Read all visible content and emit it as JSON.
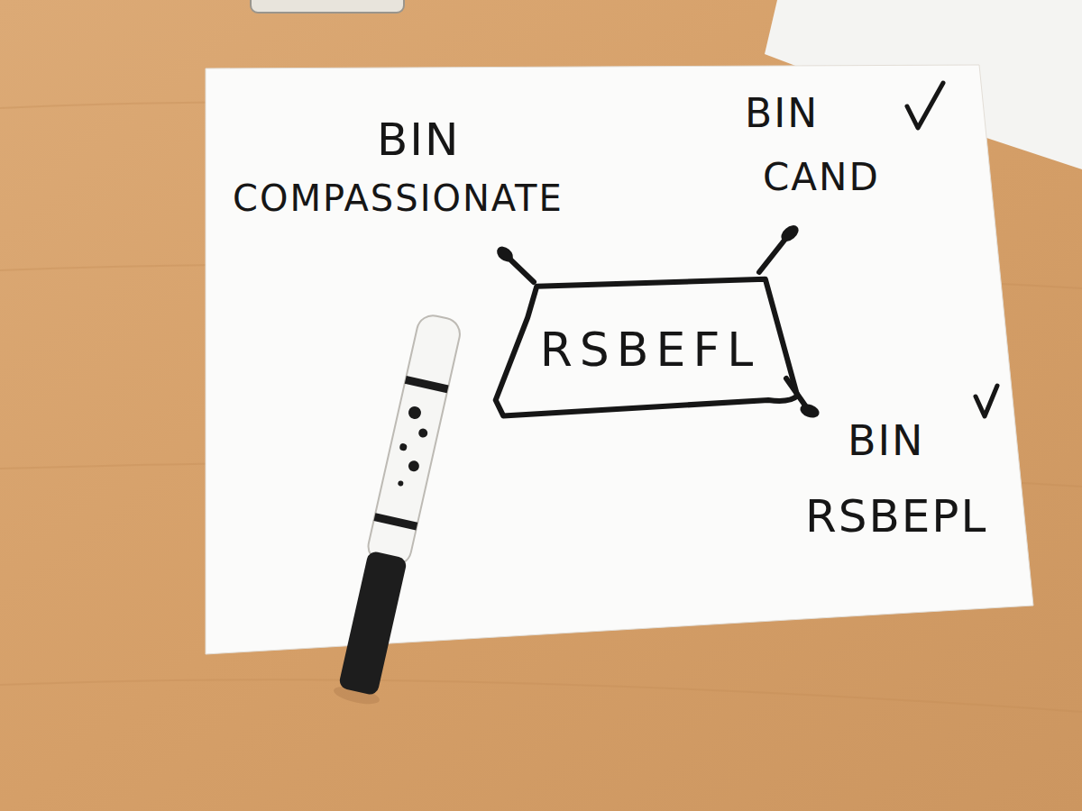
{
  "diagram": {
    "nodes": [
      {
        "text": [
          "RSBEFL"
        ]
      }
    ],
    "labels": [
      "BIN",
      "COMPASSIONATE",
      "BIN",
      "CAND",
      "BIN",
      "RSBEPL"
    ]
  }
}
